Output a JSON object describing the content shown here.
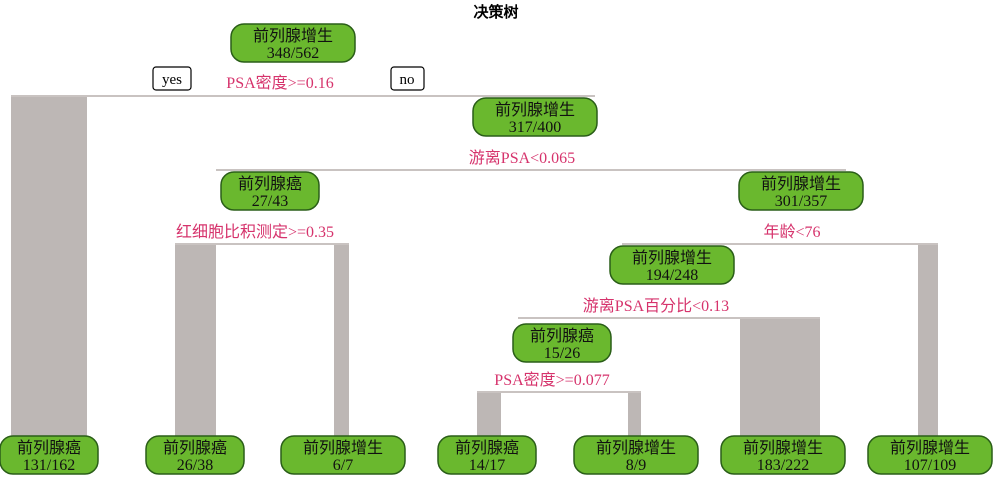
{
  "title": "决策树",
  "branch_labels": {
    "yes": "yes",
    "no": "no"
  },
  "nodes": [
    {
      "id": "n1",
      "label": "前列腺增生",
      "counts": "348/562"
    },
    {
      "id": "n2",
      "label": "前列腺癌",
      "counts": "131/162"
    },
    {
      "id": "n3",
      "label": "前列腺增生",
      "counts": "317/400"
    },
    {
      "id": "n4",
      "label": "前列腺癌",
      "counts": "27/43"
    },
    {
      "id": "n5",
      "label": "前列腺增生",
      "counts": "301/357"
    },
    {
      "id": "n6",
      "label": "前列腺癌",
      "counts": "26/38"
    },
    {
      "id": "n7",
      "label": "前列腺增生",
      "counts": "6/7"
    },
    {
      "id": "n8",
      "label": "前列腺增生",
      "counts": "194/248"
    },
    {
      "id": "n9",
      "label": "前列腺增生",
      "counts": "107/109"
    },
    {
      "id": "n10",
      "label": "前列腺癌",
      "counts": "15/26"
    },
    {
      "id": "n11",
      "label": "前列腺增生",
      "counts": "183/222"
    },
    {
      "id": "n12",
      "label": "前列腺癌",
      "counts": "14/17"
    },
    {
      "id": "n13",
      "label": "前列腺增生",
      "counts": "8/9"
    }
  ],
  "splits": [
    {
      "id": "s1",
      "text": "PSA密度>=0.16"
    },
    {
      "id": "s2",
      "text": "游离PSA<0.065"
    },
    {
      "id": "s3",
      "text": "红细胞比积测定>=0.35"
    },
    {
      "id": "s4",
      "text": "年龄<76"
    },
    {
      "id": "s5",
      "text": "游离PSA百分比<0.13"
    },
    {
      "id": "s6",
      "text": "PSA密度>=0.077"
    }
  ],
  "colors": {
    "node_fill": "#6ab82e",
    "node_stroke": "#2a5e18",
    "split_text": "#d6336c",
    "branch": "#bdb7b5"
  }
}
